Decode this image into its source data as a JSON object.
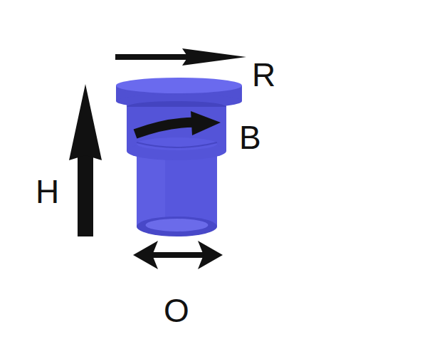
{
  "diagram": {
    "labels": [
      "R",
      "B",
      "H",
      "O"
    ]
  }
}
